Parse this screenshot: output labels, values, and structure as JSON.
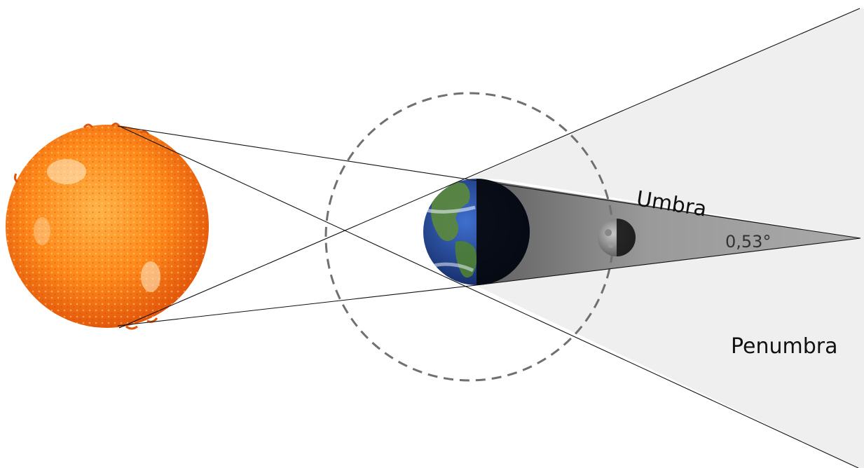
{
  "diagram": {
    "labels": {
      "umbra": "Umbra",
      "penumbra": "Penumbra",
      "angle": "0,53°"
    },
    "colors": {
      "sun_core": "#ff8a1a",
      "sun_edge": "#e2550a",
      "umbra_fill": "#9c9c9c",
      "penumbra_fill": "#f0f0f0",
      "orbit_stroke": "#707070",
      "earth_ocean": "#1f3f8f",
      "earth_land": "#5c8a3a",
      "moon": "#777777"
    },
    "objects": [
      "sun",
      "earth",
      "moon",
      "moon-orbit"
    ]
  }
}
